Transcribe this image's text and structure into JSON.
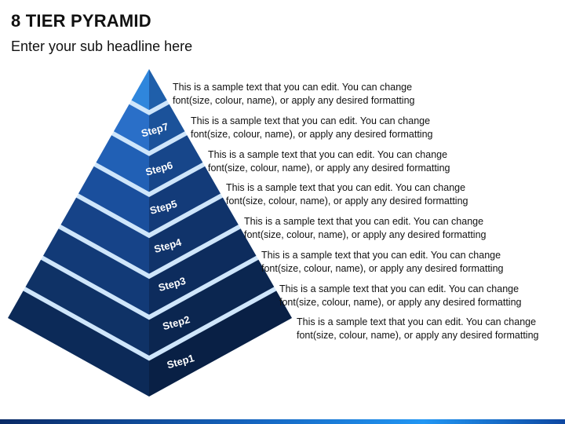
{
  "title": "8 TIER PYRAMID",
  "subtitle": "Enter your sub headline here",
  "tiers": [
    {
      "label": "",
      "line1": "This is a sample text that you can edit. You can change",
      "line2": "font(size, colour, name), or apply any desired formatting"
    },
    {
      "label": "Step7",
      "line1": "This is a sample text that you can edit. You can change",
      "line2": "font(size, colour, name), or apply any desired formatting"
    },
    {
      "label": "Step6",
      "line1": "This is a sample text that you can edit. You can change",
      "line2": "font(size, colour, name), or apply any desired formatting"
    },
    {
      "label": "Step5",
      "line1": "This is a sample text that you can edit. You can change",
      "line2": "font(size, colour, name), or apply any desired formatting"
    },
    {
      "label": "Step4",
      "line1": "This is a sample text that you can edit. You can change",
      "line2": "font(size, colour, name), or apply any desired formatting"
    },
    {
      "label": "Step3",
      "line1": "This is a sample text that you can edit. You can change",
      "line2": "font(size, colour, name), or apply any desired formatting"
    },
    {
      "label": "Step2",
      "line1": "This is a sample text that you can edit. You can change",
      "line2": "font(size, colour, name), or apply any desired formatting"
    },
    {
      "label": "Step1",
      "line1": "This is a sample text that you can edit. You can change",
      "line2": "font(size, colour, name), or apply any desired formatting"
    }
  ],
  "colors": {
    "left": [
      "#2f86dc",
      "#2a6fc8",
      "#2160b5",
      "#1a4f9d",
      "#164388",
      "#123a77",
      "#0f3266",
      "#0c2a58"
    ],
    "right": [
      "#1f5faa",
      "#1b529a",
      "#17468a",
      "#133b79",
      "#10336a",
      "#0d2c5d",
      "#0b2650",
      "#092045"
    ],
    "gap": "#cfe6fb"
  }
}
